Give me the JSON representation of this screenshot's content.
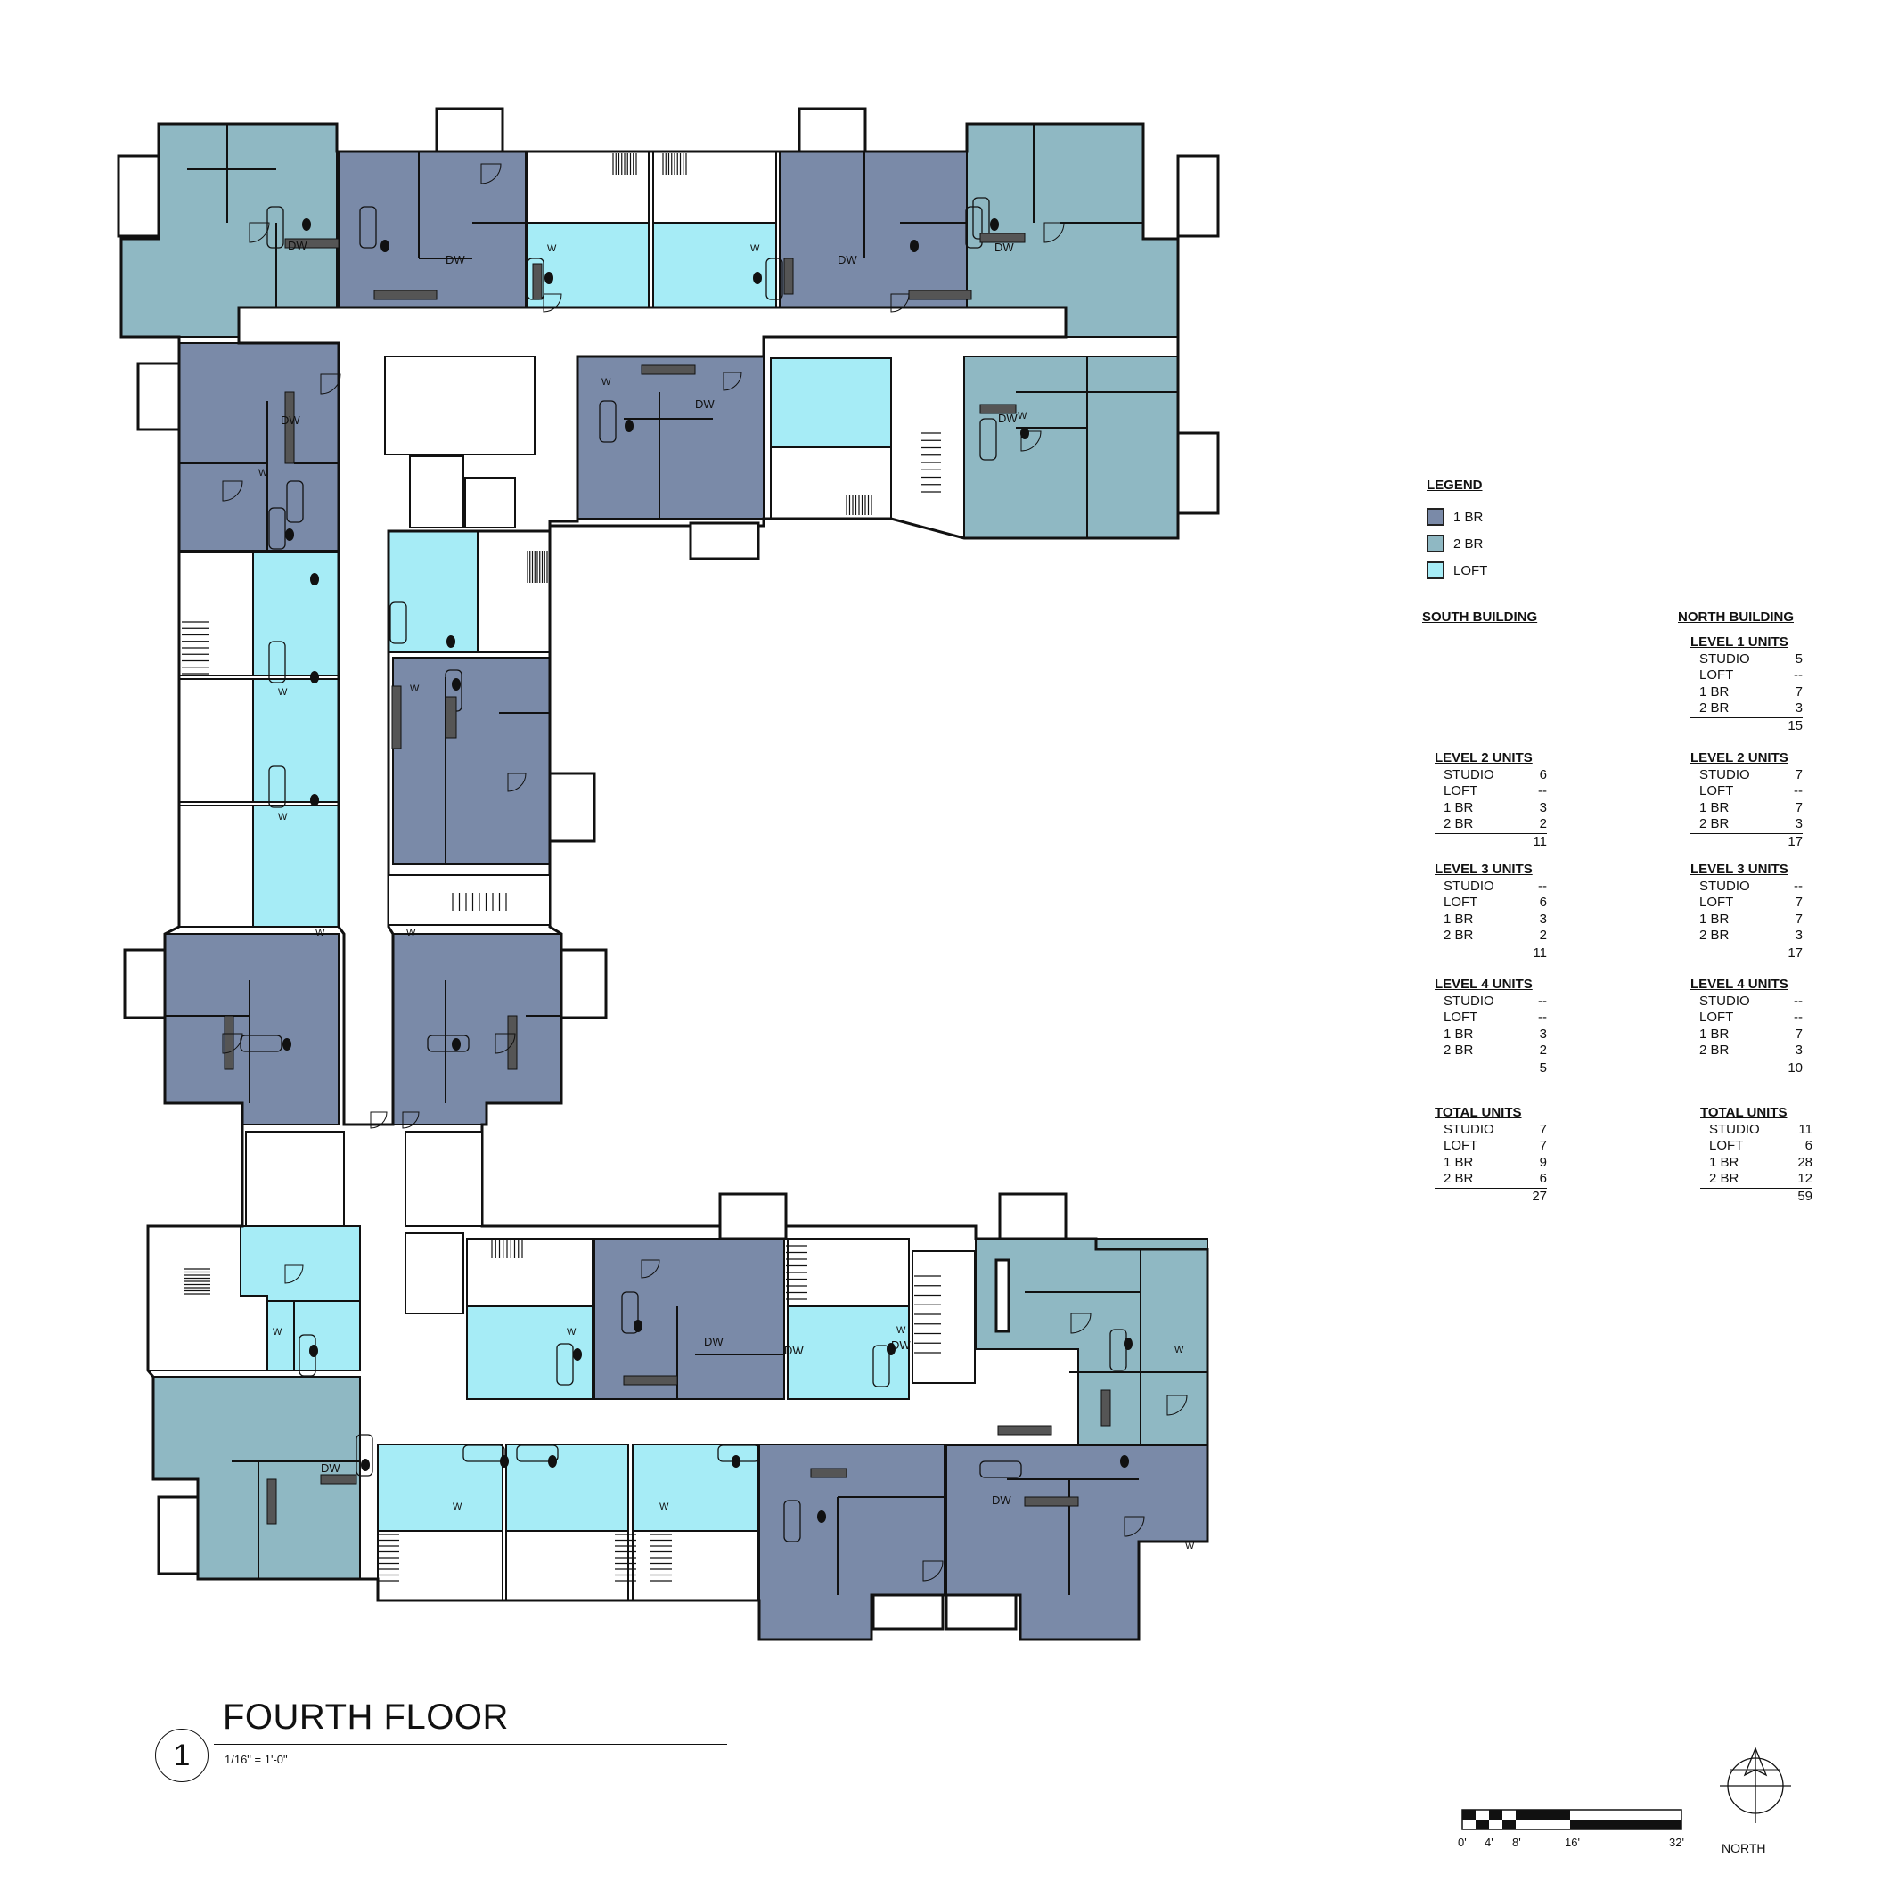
{
  "colors": {
    "one_br": "#7a8aa8",
    "two_br": "#8fb8c3",
    "loft": "#a6ecf6",
    "wall": "#111111",
    "corridor": "#ffffff"
  },
  "legend": {
    "title": "LEGEND",
    "items": [
      {
        "label": "1 BR",
        "color": "#7a8aa8"
      },
      {
        "label": "2 BR",
        "color": "#8fb8c3"
      },
      {
        "label": "LOFT",
        "color": "#a6ecf6"
      }
    ]
  },
  "buildings": {
    "south": "SOUTH BUILDING",
    "north": "NORTH BUILDING"
  },
  "unit_tables": {
    "north": [
      {
        "title": "LEVEL 1 UNITS",
        "rows": [
          [
            "STUDIO",
            "5"
          ],
          [
            "LOFT",
            "--"
          ],
          [
            "1 BR",
            "7"
          ],
          [
            "2 BR",
            "3"
          ]
        ],
        "total": "15"
      },
      {
        "title": "LEVEL 2 UNITS",
        "rows": [
          [
            "STUDIO",
            "7"
          ],
          [
            "LOFT",
            "--"
          ],
          [
            "1 BR",
            "7"
          ],
          [
            "2 BR",
            "3"
          ]
        ],
        "total": "17"
      },
      {
        "title": "LEVEL 3 UNITS",
        "rows": [
          [
            "STUDIO",
            "--"
          ],
          [
            "LOFT",
            "7"
          ],
          [
            "1 BR",
            "7"
          ],
          [
            "2 BR",
            "3"
          ]
        ],
        "total": "17"
      },
      {
        "title": "LEVEL 4 UNITS",
        "rows": [
          [
            "STUDIO",
            "--"
          ],
          [
            "LOFT",
            "--"
          ],
          [
            "1 BR",
            "7"
          ],
          [
            "2 BR",
            "3"
          ]
        ],
        "total": "10"
      },
      {
        "title": "TOTAL  UNITS",
        "rows": [
          [
            "STUDIO",
            "11"
          ],
          [
            "LOFT",
            "6"
          ],
          [
            "1 BR",
            "28"
          ],
          [
            "2 BR",
            "12"
          ]
        ],
        "total": "59"
      }
    ],
    "south": [
      {
        "title": "LEVEL 2 UNITS",
        "rows": [
          [
            "STUDIO",
            "6"
          ],
          [
            "LOFT",
            "--"
          ],
          [
            "1 BR",
            "3"
          ],
          [
            "2 BR",
            "2"
          ]
        ],
        "total": "11"
      },
      {
        "title": "LEVEL 3 UNITS",
        "rows": [
          [
            "STUDIO",
            "--"
          ],
          [
            "LOFT",
            "6"
          ],
          [
            "1 BR",
            "3"
          ],
          [
            "2 BR",
            "2"
          ]
        ],
        "total": "11"
      },
      {
        "title": "LEVEL 4 UNITS",
        "rows": [
          [
            "STUDIO",
            "--"
          ],
          [
            "LOFT",
            "--"
          ],
          [
            "1 BR",
            "3"
          ],
          [
            "2 BR",
            "2"
          ]
        ],
        "total": "5"
      },
      {
        "title": "TOTAL  UNITS",
        "rows": [
          [
            "STUDIO",
            "7"
          ],
          [
            "LOFT",
            "7"
          ],
          [
            "1 BR",
            "9"
          ],
          [
            "2 BR",
            "6"
          ]
        ],
        "total": "27"
      }
    ]
  },
  "fixture_labels": {
    "dishwasher": "DW",
    "washer": "W"
  },
  "title_block": {
    "number": "1",
    "title": "FOURTH FLOOR",
    "scale": "1/16\" = 1'-0\""
  },
  "scale_bar": {
    "labels": [
      "0'",
      "4'",
      "8'",
      "16'",
      "32'"
    ]
  },
  "north_label": "NORTH"
}
